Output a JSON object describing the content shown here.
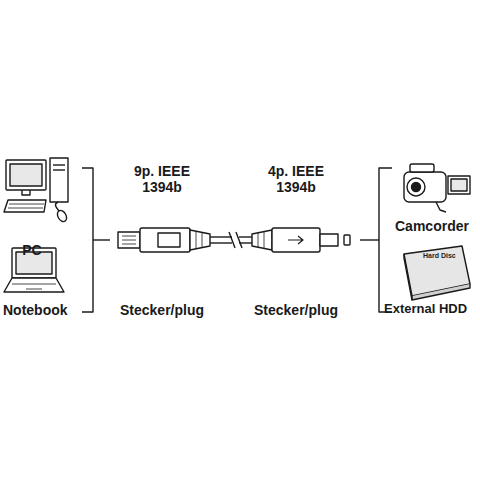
{
  "diagram": {
    "labels": [
      "PC",
      "Notebook",
      "9p. IEEE 1394b",
      "Stecker/plug",
      "4p. IEEE 1394b",
      "Stecker/plug",
      "Camcorder",
      "Hard Disc",
      "External HDD"
    ]
  }
}
